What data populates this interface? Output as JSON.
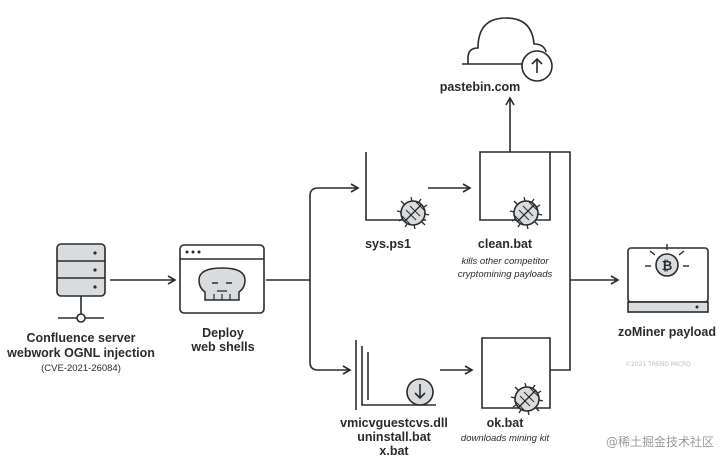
{
  "nodes": {
    "server": {
      "label_line1": "Confluence server",
      "label_line2": "webwork OGNL injection",
      "sublabel": "(CVE-2021-26084)"
    },
    "deploy": {
      "label_line1": "Deploy",
      "label_line2": "web shells"
    },
    "sys_ps1": {
      "label": "sys.ps1"
    },
    "clean_bat": {
      "label": "clean.bat",
      "note_line1": "kills other competitor",
      "note_line2": "cryptomining payloads"
    },
    "pastebin": {
      "label": "pastebin.com"
    },
    "vmic": {
      "label_line1": "vmicvguestcvs.dll",
      "label_line2": "uninstall.bat",
      "label_line3": "x.bat"
    },
    "ok_bat": {
      "label": "ok.bat",
      "note": "downloads mining kit"
    },
    "zominer": {
      "label": "zoMiner payload"
    }
  },
  "watermark": {
    "text": "@稀土掘金技术社区",
    "small_text": "©2021 TREND MICRO"
  },
  "colors": {
    "stroke": "#2b2b2b",
    "fill_gray": "#d8dcdf",
    "background": "#ffffff"
  },
  "icons": [
    "server-icon",
    "skull-icon",
    "bug-icon",
    "cloud-upload-icon",
    "download-icon",
    "bitcoin-monitor-icon"
  ]
}
